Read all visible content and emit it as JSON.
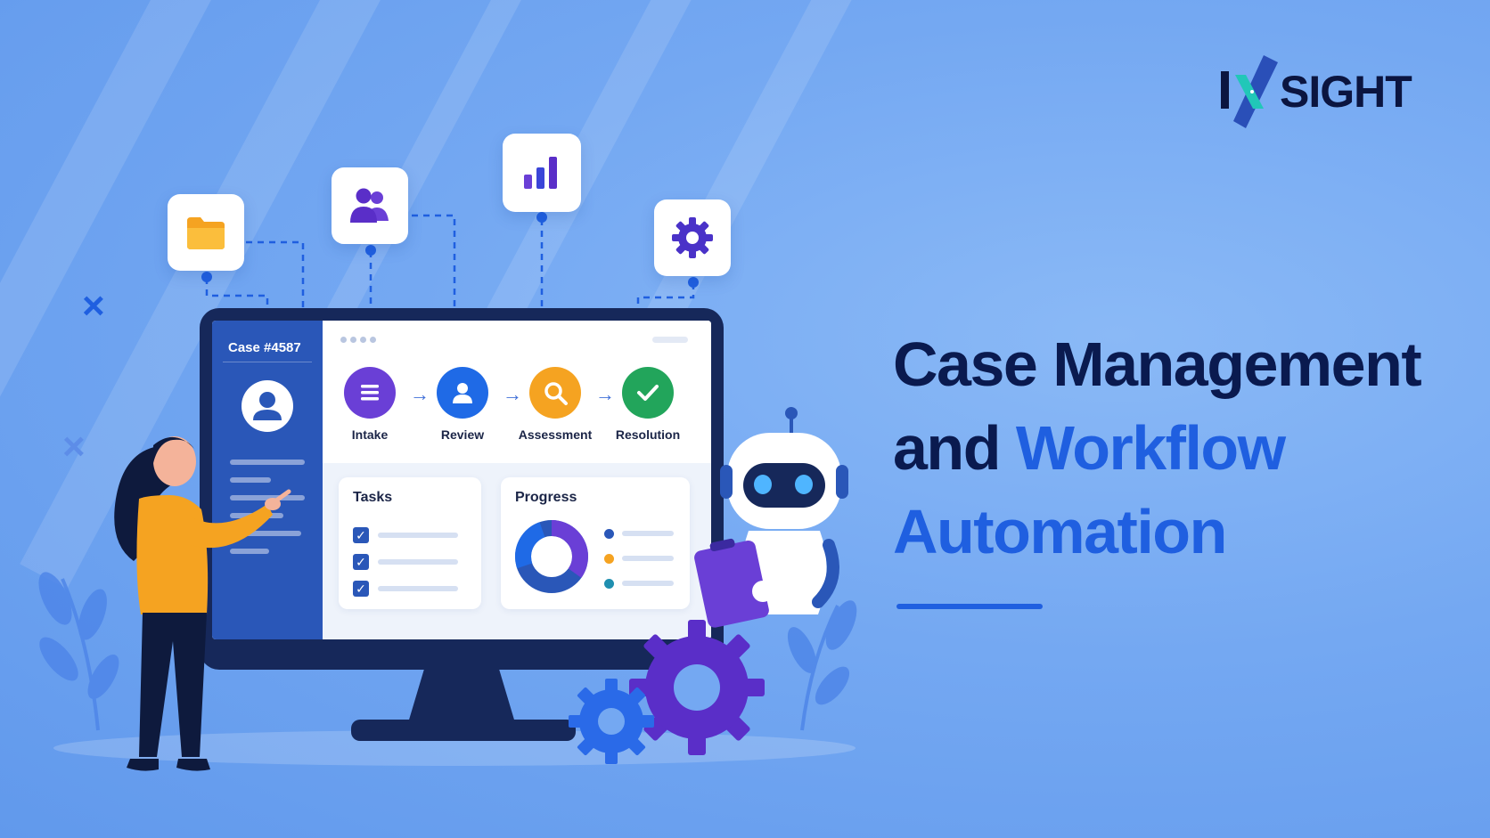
{
  "brand": {
    "logo_text": "SIGHT"
  },
  "headline": {
    "line1": "Case Management",
    "line2_part1": "and",
    "line2_part2": "Workflow",
    "line3": "Automation"
  },
  "dashboard": {
    "case_id": "Case #4587",
    "steps": [
      {
        "label": "Intake",
        "color": "#6a3fd6",
        "icon": "list-icon"
      },
      {
        "label": "Review",
        "color": "#1f6ae6",
        "icon": "person-icon"
      },
      {
        "label": "Assessment",
        "color": "#f5a321",
        "icon": "search-icon"
      },
      {
        "label": "Resolution",
        "color": "#22a55b",
        "icon": "check-icon"
      }
    ],
    "arrow": "→",
    "tasks_title": "Tasks",
    "progress_title": "Progress",
    "check_glyph": "✓"
  },
  "floating_icons": [
    "folder-icon",
    "users-icon",
    "bar-chart-icon",
    "gear-icon"
  ],
  "colors": {
    "primary": "#1f5fe0",
    "navy": "#0a1a4f",
    "background": "#74a8f2",
    "purple": "#6a3fd6",
    "orange": "#f5a321",
    "green": "#22a55b"
  }
}
